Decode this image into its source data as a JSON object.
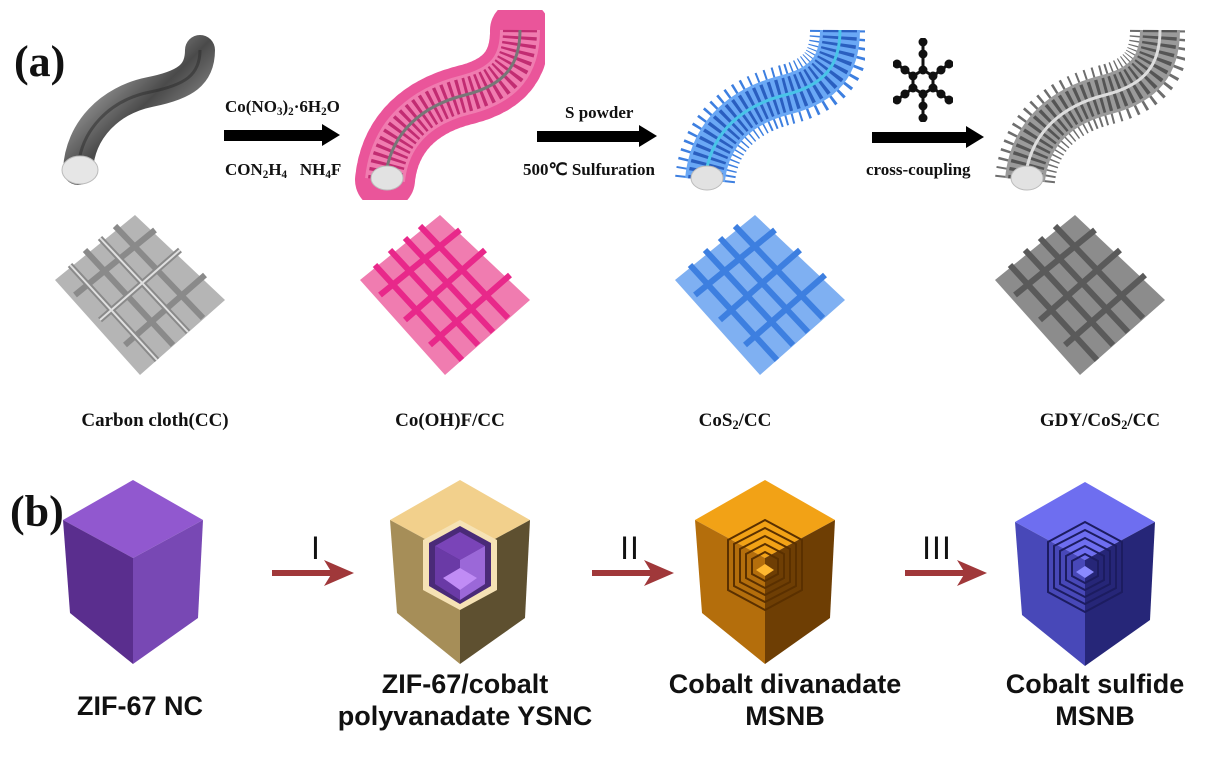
{
  "panel_a": {
    "label": "(a)",
    "steps": [
      {
        "reagent_top": [
          "Co(NO",
          "3",
          ")",
          "2",
          "·6H",
          "2",
          "O"
        ],
        "reagent_bottom": [
          "CON",
          "2",
          "H",
          "4",
          "   NH",
          "4",
          "F"
        ]
      },
      {
        "reagent_top": "S powder",
        "reagent_bottom": "500℃ Sulfuration"
      },
      {
        "reagent_top": "hexaethynylbenzene-molecule",
        "reagent_bottom": "cross-coupling"
      }
    ],
    "materials": [
      {
        "caption": "Carbon cloth(CC)",
        "color": "#9a9a9a"
      },
      {
        "caption": "Co(OH)F/CC",
        "caption_parts": [
          "Co(OH)F/CC"
        ],
        "color": "#e8428f"
      },
      {
        "caption": "CoS2/CC",
        "caption_parts": [
          "CoS",
          "2",
          "/CC"
        ],
        "color": "#3d7fe0"
      },
      {
        "caption": "GDY/CoS2/CC",
        "caption_parts": [
          "GDY/CoS",
          "2",
          "/CC"
        ],
        "color": "#6e6e6e"
      }
    ]
  },
  "panel_b": {
    "label": "(b)",
    "steps": [
      "I",
      "II",
      "III"
    ],
    "arrow_color": "#a0383a",
    "materials": [
      {
        "line1": "ZIF-67 NC",
        "line2": "",
        "color": "#8a4fc7"
      },
      {
        "line1": "ZIF-67/cobalt",
        "line2": "polyvanadate YSNC",
        "color": "#d9b877"
      },
      {
        "line1": "Cobalt divanadate",
        "line2": "MSNB",
        "color": "#f0a020"
      },
      {
        "line1": "Cobalt sulfide",
        "line2": "MSNB",
        "color": "#6a6ae8"
      }
    ]
  }
}
